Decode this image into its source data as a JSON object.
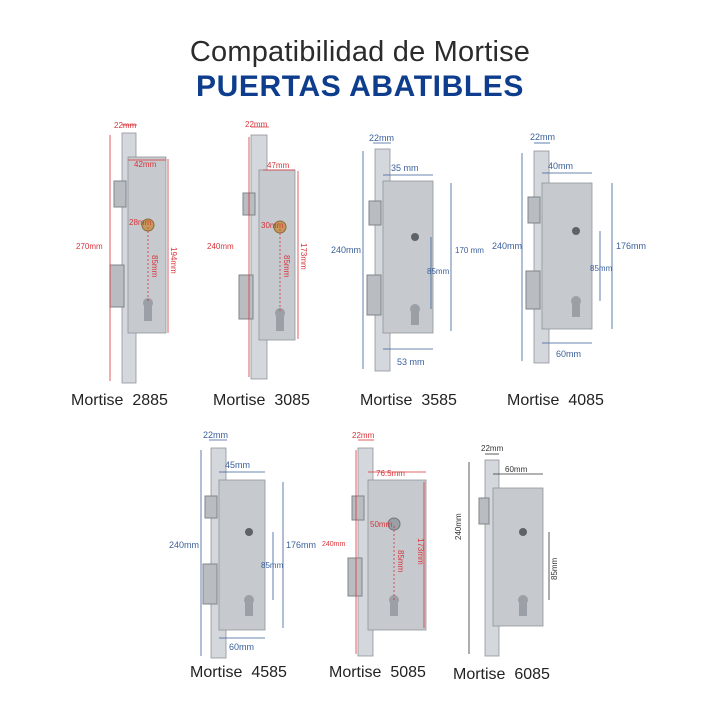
{
  "header": {
    "title": "Compatibilidad de Mortise",
    "subtitle": "PUERTAS ABATIBLES"
  },
  "colors": {
    "title": "#2b2b2b",
    "subtitle": "#0d3d8c",
    "dim_red": "#d8343a",
    "dim_blue": "#3a5f9a",
    "plate": "#d4d7db",
    "body": "#c6cace"
  },
  "locks": [
    {
      "caption": "Mortise  2885",
      "dims": {
        "top": "22mm",
        "backset": "42mm",
        "small": "28mm",
        "height": "270mm",
        "body": "194mm",
        "center": "85mm"
      }
    },
    {
      "caption": "Mortise  3085",
      "dims": {
        "top": "22mm",
        "backset": "47mm",
        "small": "30mm",
        "height": "240mm",
        "body": "173mm",
        "center": "85mm"
      }
    },
    {
      "caption": "Mortise  3585",
      "dims": {
        "top": "22mm",
        "backset": "35 mm",
        "height": "240mm",
        "body": "170 mm",
        "center": "85mm",
        "bottom": "53 mm"
      }
    },
    {
      "caption": "Mortise  4085",
      "dims": {
        "top": "22mm",
        "backset": "40mm",
        "height": "240mm",
        "body": "176mm",
        "center": "85mm",
        "bottom": "60mm"
      }
    },
    {
      "caption": "Mortise  4585",
      "dims": {
        "top": "22mm",
        "backset": "45mm",
        "height": "240mm",
        "body": "176mm",
        "center": "85mm",
        "bottom": "60mm"
      }
    },
    {
      "caption": "Mortise  5085",
      "dims": {
        "top": "22mm",
        "backset": "76.5mm",
        "small": "50mm",
        "height": "240mm",
        "body": "173mm",
        "center": "85mm"
      }
    },
    {
      "caption": "Mortise  6085",
      "dims": {
        "top": "22mm",
        "backset": "60mm",
        "height": "240mm",
        "center": "85mm"
      }
    }
  ]
}
